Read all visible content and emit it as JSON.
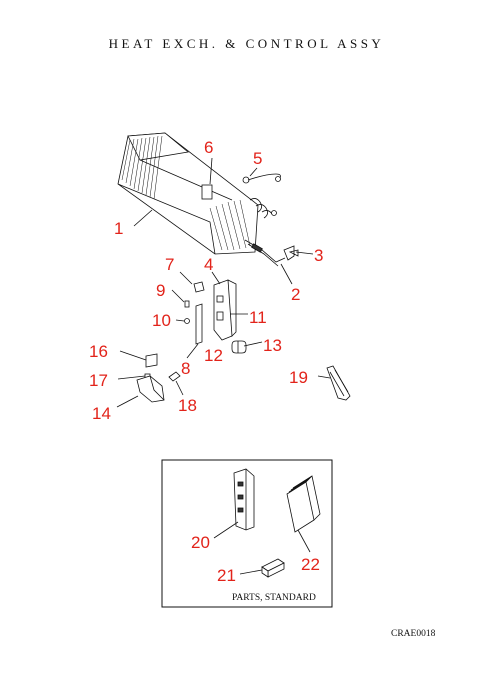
{
  "title": "HEAT EXCH. & CONTROL ASSY",
  "drawing_code": "CRAE0018",
  "standard_parts_label": "PARTS, STANDARD",
  "callouts": [
    {
      "id": "c1",
      "text": "1"
    },
    {
      "id": "c2",
      "text": "2"
    },
    {
      "id": "c3",
      "text": "3"
    },
    {
      "id": "c4",
      "text": "4"
    },
    {
      "id": "c5",
      "text": "5"
    },
    {
      "id": "c6",
      "text": "6"
    },
    {
      "id": "c7",
      "text": "7"
    },
    {
      "id": "c8",
      "text": "8"
    },
    {
      "id": "c9",
      "text": "9"
    },
    {
      "id": "c10",
      "text": "10"
    },
    {
      "id": "c11",
      "text": "11"
    },
    {
      "id": "c12",
      "text": "12"
    },
    {
      "id": "c13",
      "text": "13"
    },
    {
      "id": "c14",
      "text": "14"
    },
    {
      "id": "c16",
      "text": "16"
    },
    {
      "id": "c17",
      "text": "17"
    },
    {
      "id": "c18",
      "text": "18"
    },
    {
      "id": "c19",
      "text": "19"
    },
    {
      "id": "c20",
      "text": "20"
    },
    {
      "id": "c21",
      "text": "21"
    },
    {
      "id": "c22",
      "text": "22"
    }
  ],
  "colors": {
    "callout": "#e2231a",
    "line": "#111111"
  }
}
